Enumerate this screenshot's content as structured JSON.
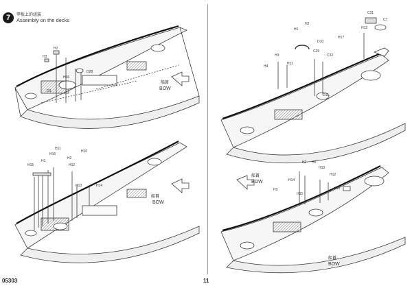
{
  "page_code": "05303",
  "page_number": "11",
  "step": {
    "number": "7",
    "title_cn": "甲板上的组装",
    "title_en": "Assembly on the decks"
  },
  "bow": {
    "cn": "船首",
    "en": "BOW"
  },
  "panels": [
    {
      "id": "top-left",
      "callouts": [
        "H2",
        "H3",
        "D3",
        "D28",
        "H16"
      ]
    },
    {
      "id": "bottom-left",
      "callouts": [
        "H1",
        "H2",
        "H10",
        "H11",
        "H12",
        "H13",
        "H14",
        "H15",
        "H16"
      ]
    },
    {
      "id": "top-right",
      "callouts": [
        "C31",
        "C7",
        "H1",
        "H2",
        "H3",
        "H4",
        "H11",
        "H12",
        "H17",
        "D10",
        "D11",
        "C29",
        "C32"
      ]
    },
    {
      "id": "bottom-right",
      "callouts": [
        "H2",
        "H3",
        "H9",
        "H10",
        "H12",
        "H13",
        "H14",
        "H15"
      ]
    }
  ],
  "colors": {
    "line": "#3a3a3a",
    "deck": "#f4f4f4",
    "hull": "#2a2a2a"
  }
}
